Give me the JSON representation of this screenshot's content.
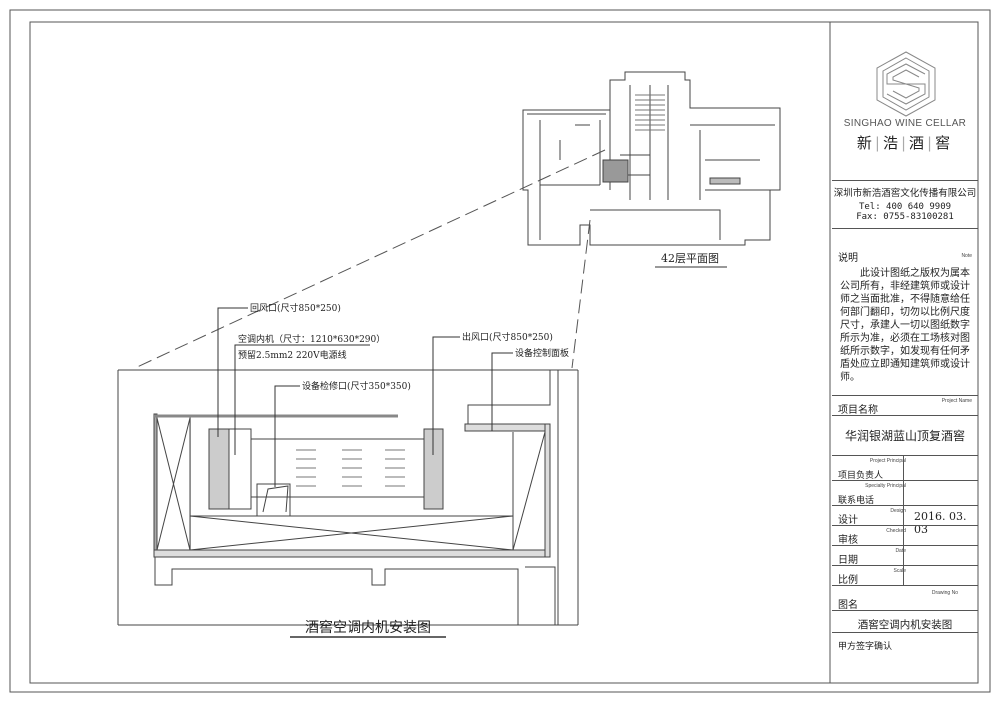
{
  "logo": {
    "brand_en": "SINGHAO WINE CELLAR",
    "brand_cn": [
      "新",
      "浩",
      "酒",
      "窖"
    ]
  },
  "company": {
    "name": "深圳市新浩酒窖文化传播有限公司",
    "tel": "Tel: 400 640 9909",
    "fax": "Fax: 0755-83100281"
  },
  "note": {
    "label_cn": "说明",
    "label_en": "Note",
    "text": "此设计图纸之版权为属本公司所有，非经建筑师或设计师之当面批准，不得随意给任何部门翻印，切勿以比例尺度尺寸，承建人一切以图纸数字所示为准，必须在工场核对图纸所示数字，如发现有任何矛盾处应立即通知建筑师或设计师。"
  },
  "title_block": {
    "project_name": {
      "cn": "项目名称",
      "en": "Project Name",
      "value": "华润银湖蓝山顶复酒窖"
    },
    "project_principal": {
      "cn": "项目负责人",
      "en": "Project Principal",
      "value": ""
    },
    "contact": {
      "cn": "联系电话",
      "en": "Specialty Principal",
      "value": ""
    },
    "design": {
      "cn": "设计",
      "en": "Design",
      "value": "2016. 03. 03"
    },
    "checked": {
      "cn": "审核",
      "en": "Checked",
      "value": ""
    },
    "date": {
      "cn": "日期",
      "en": "Date",
      "value": ""
    },
    "scale": {
      "cn": "比例",
      "en": "Scale",
      "value": ""
    },
    "drawing_name": {
      "cn": "图名",
      "en": "Drawing No",
      "value": "酒窖空调内机安装图"
    },
    "sign": {
      "cn": "甲方签字确认"
    }
  },
  "drawing": {
    "floor_plan_label": "42层平面图",
    "detail_title": "酒窖空调内机安装图",
    "annotations": {
      "return_vent": "回风口(尺寸850*250)",
      "indoor_unit": "空调内机（尺寸：1210*630*290）",
      "power_line": "预留2.5mm2 220V电源线",
      "access_panel": "设备检修口(尺寸350*350)",
      "supply_vent": "出风口(尺寸850*250)",
      "control_panel": "设备控制面板"
    }
  }
}
